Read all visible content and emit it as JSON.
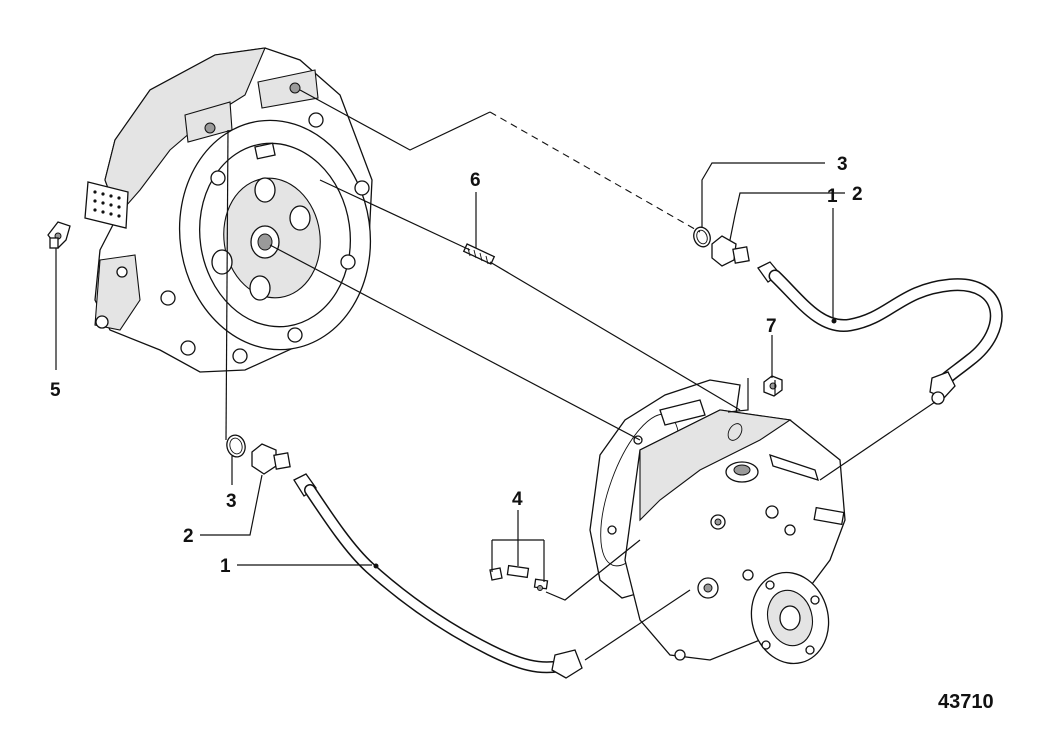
{
  "diagram": {
    "drawing_number": "43710",
    "callouts": [
      {
        "id": "callout-1-upper",
        "label": "1"
      },
      {
        "id": "callout-2-upper",
        "label": "2"
      },
      {
        "id": "callout-3-upper",
        "label": "3"
      },
      {
        "id": "callout-7",
        "label": "7"
      },
      {
        "id": "callout-6",
        "label": "6"
      },
      {
        "id": "callout-5",
        "label": "5"
      },
      {
        "id": "callout-4",
        "label": "4"
      },
      {
        "id": "callout-3-lower",
        "label": "3"
      },
      {
        "id": "callout-2-lower",
        "label": "2"
      },
      {
        "id": "callout-1-lower",
        "label": "1"
      }
    ]
  }
}
